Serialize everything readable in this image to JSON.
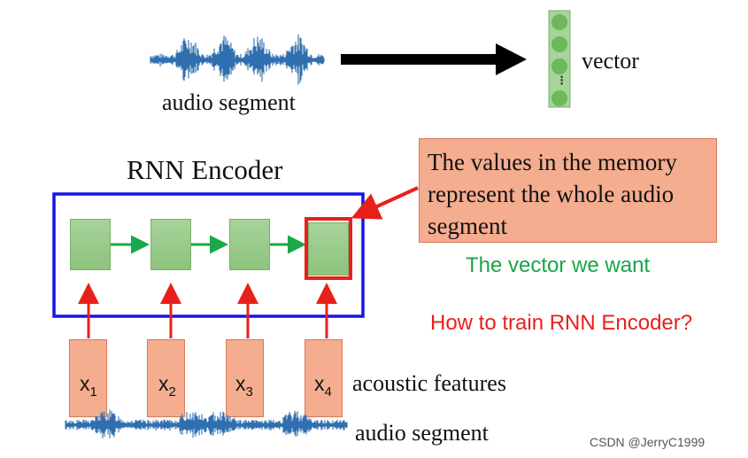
{
  "top": {
    "audio_label": "audio segment",
    "vector_label": "vector",
    "vector_ellipsis": "⋮"
  },
  "encoder": {
    "title": "RNN Encoder",
    "inputs": [
      {
        "base": "x",
        "sub": "1"
      },
      {
        "base": "x",
        "sub": "2"
      },
      {
        "base": "x",
        "sub": "3"
      },
      {
        "base": "x",
        "sub": "4"
      }
    ],
    "acoustic_label": "acoustic features",
    "audio_label": "audio segment"
  },
  "annotations": {
    "memory_lines": [
      "The values in the memory",
      "represent the whole audio",
      "segment"
    ],
    "vector_we_want": "The vector we want",
    "how_to_train": "How to train RNN Encoder?"
  },
  "watermark": "CSDN @JerryC1999",
  "colors": {
    "blue_box": "#1515e6",
    "red": "#e8201b",
    "green_text": "#1aa44a",
    "green_arrow": "#19a84a",
    "cell_green": "#9ccb8c",
    "salmon": "#f4ad8f",
    "waveform": "#2f6faf"
  }
}
